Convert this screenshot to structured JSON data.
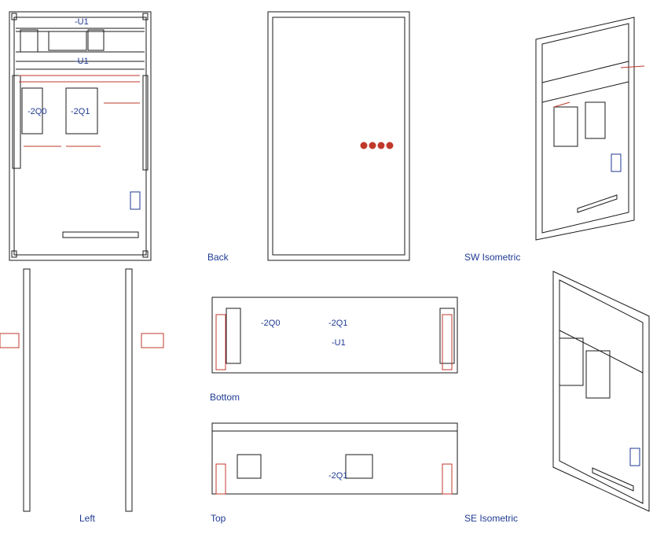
{
  "views": {
    "back": "Back",
    "sw_isometric": "SW Isometric",
    "left": "Left",
    "bottom": "Bottom",
    "top": "Top",
    "se_isometric": "SE Isometric"
  },
  "tags": {
    "u1": "-U1",
    "q0": "-2Q0",
    "q1": "-2Q1"
  },
  "colors": {
    "line": "#1a1a1a",
    "component": "#c0392b",
    "tag": "#1f3a93",
    "label": "#1f3a93"
  }
}
